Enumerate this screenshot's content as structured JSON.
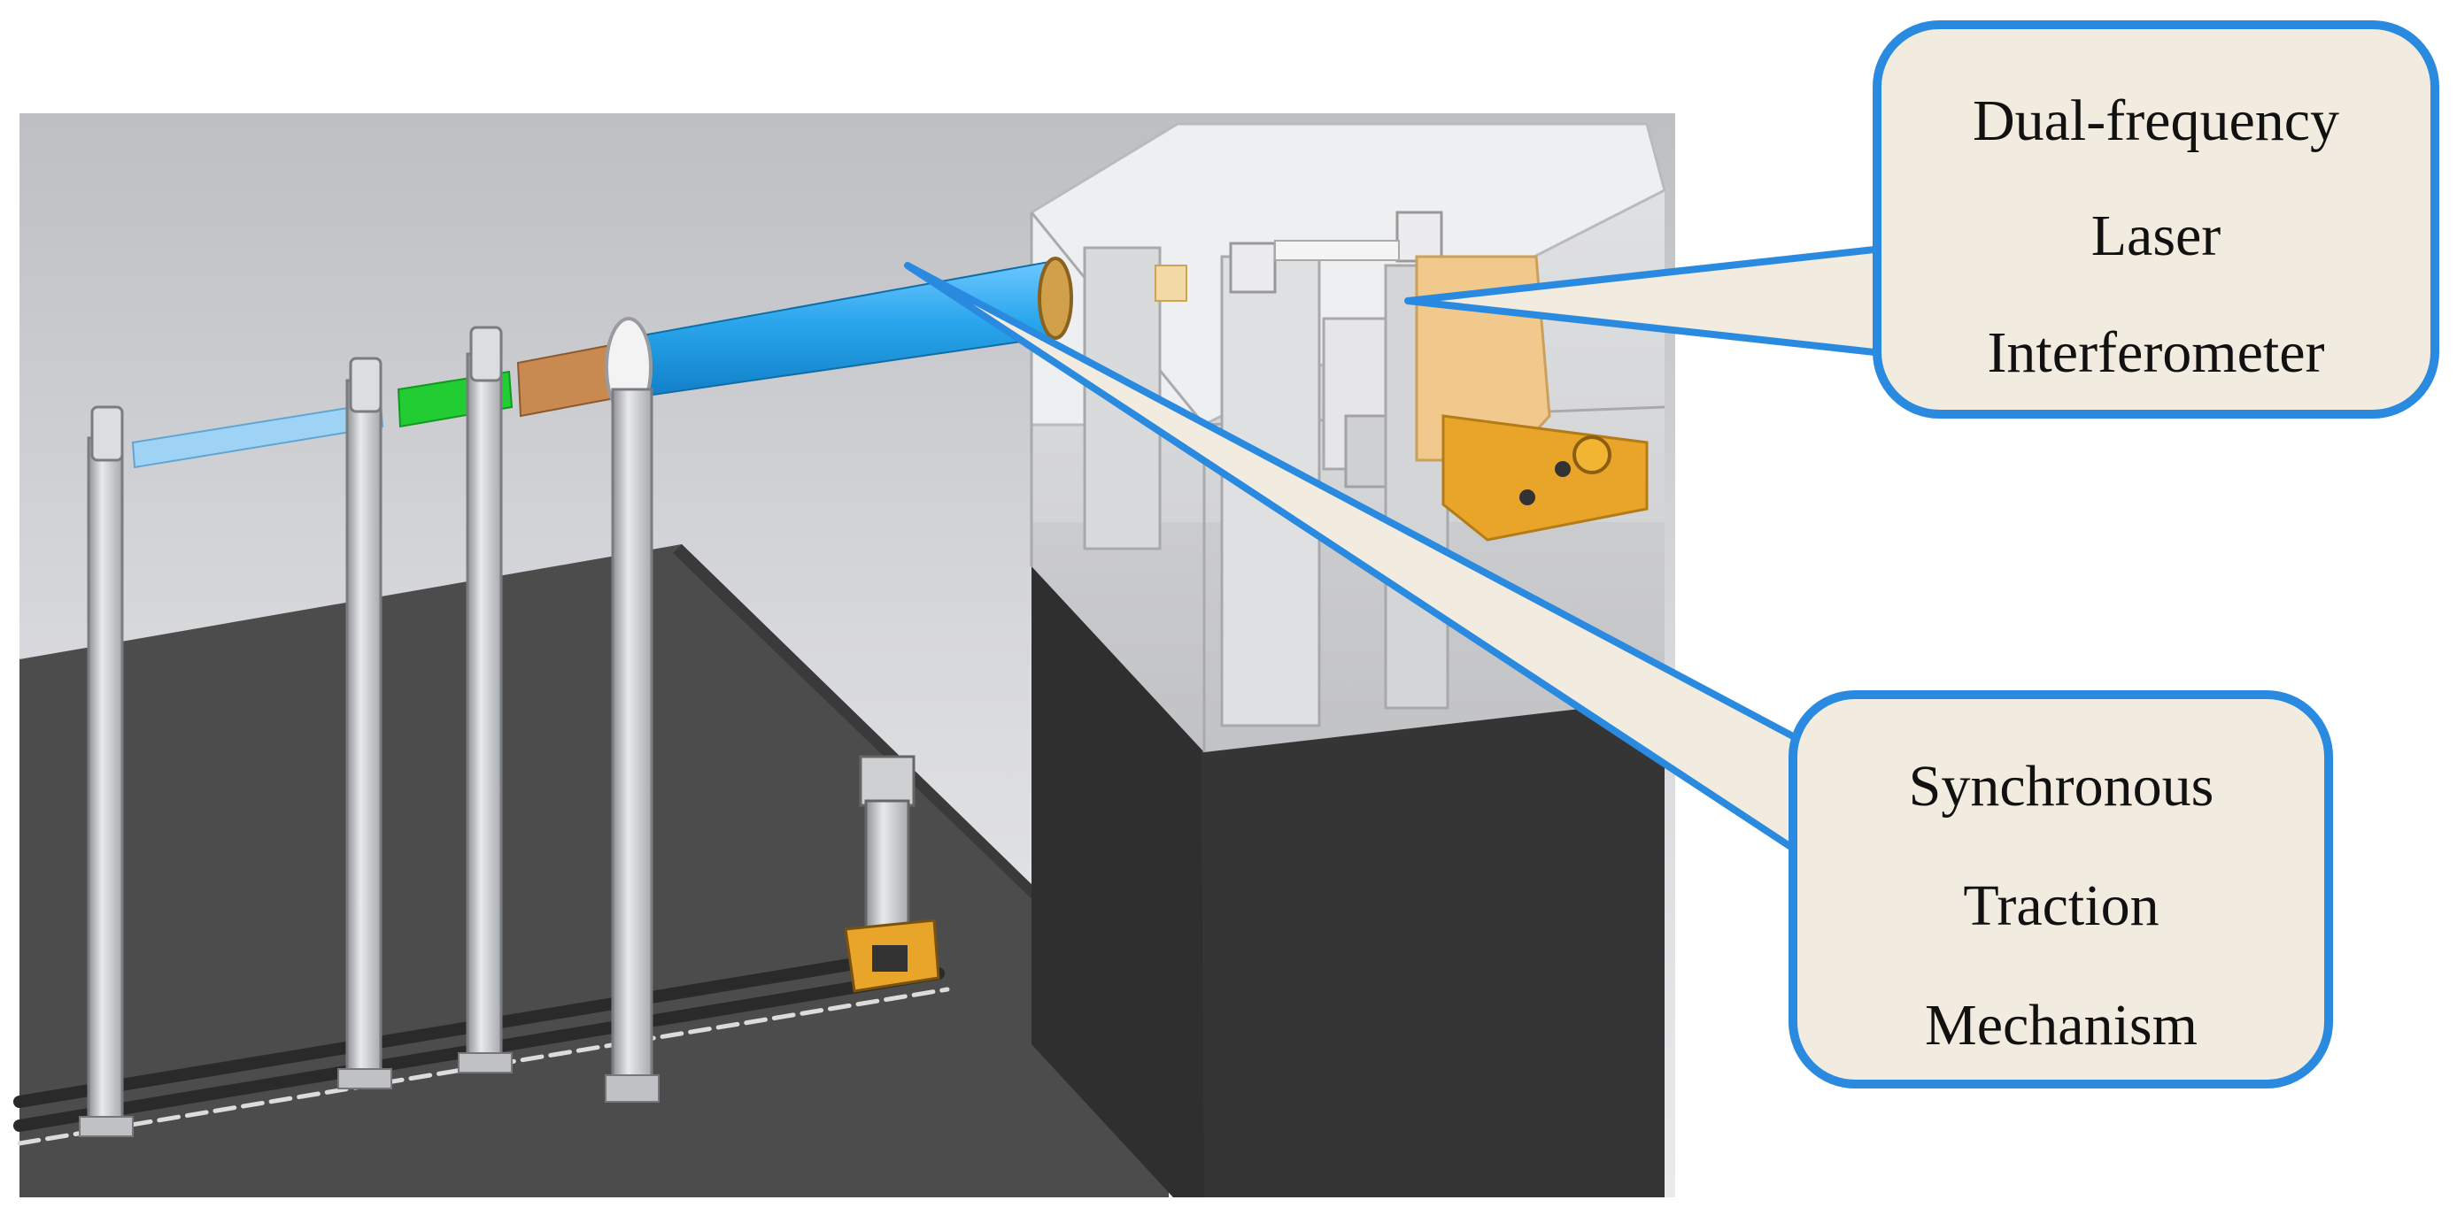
{
  "callouts": {
    "laser": {
      "lines": [
        "Dual-frequency",
        "Laser",
        "Interferometer"
      ]
    },
    "traction": {
      "lines": [
        "Synchronous",
        "Traction",
        "Mechanism"
      ]
    }
  },
  "colors": {
    "callout_border": "#2a8ae0",
    "callout_fill": "#f1ecdf",
    "beam_blue": "#2aa6ec",
    "beam_light_blue": "#9fd3f5",
    "beam_green": "#22cc33",
    "beam_copper": "#c98a52",
    "gold_part": "#e8a52a",
    "table_dark": "#4c4c4c",
    "pedestal_dark": "#2f2f2f"
  }
}
